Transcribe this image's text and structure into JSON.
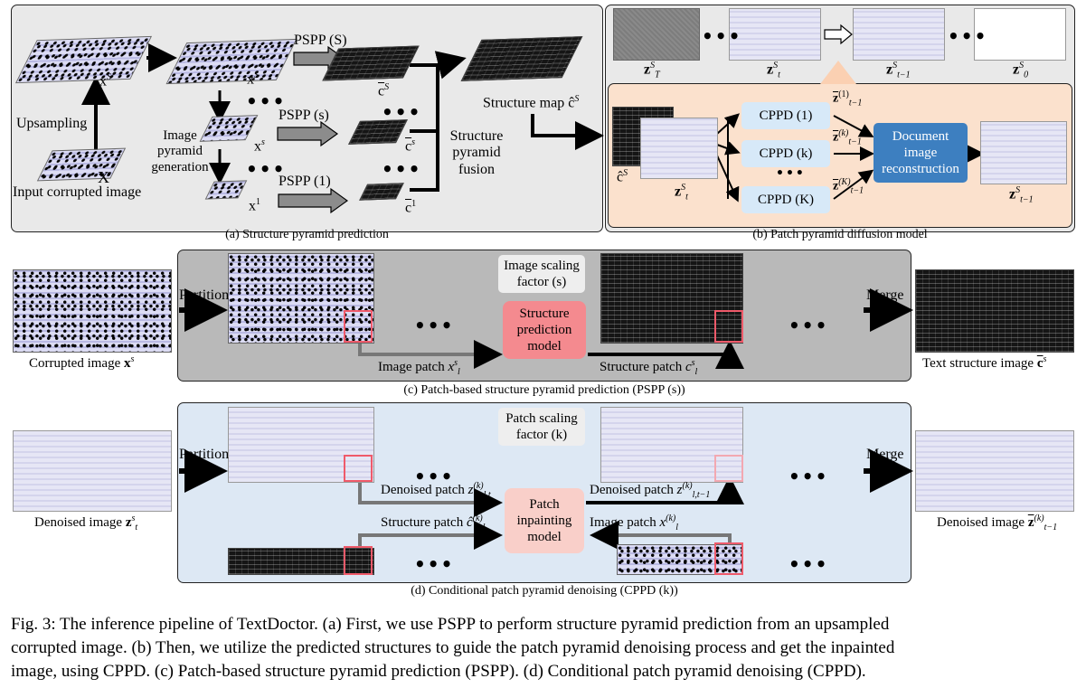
{
  "panel_a": {
    "caption": "(a) Structure pyramid prediction",
    "upsampling": "Upsampling",
    "input_label": "Input corrupted image",
    "X": "X",
    "xS": "x",
    "xS_sup": "S",
    "xs": "x",
    "xs_sup": "s",
    "x1": "x",
    "x1_sup": "1",
    "image_pyramid_generation": [
      "Image",
      "pyramid",
      "generation"
    ],
    "pspp_S": "PSPP (S)",
    "pspp_s": "PSPP (s)",
    "pspp_1": "PSPP (1)",
    "cS": "c",
    "cS_sup": "S",
    "cs": "c",
    "cs_sup": "s",
    "c1": "c",
    "c1_sup": "1",
    "structure_pyramid_fusion": [
      "Structure",
      "pyramid",
      "fusion"
    ],
    "structure_map": "Structure map",
    "structure_map_sym": "ĉ",
    "structure_map_sup": "S",
    "dots": "•••"
  },
  "panel_b": {
    "caption": "(b) Patch pyramid diffusion model",
    "top_labels": [
      "z",
      "z",
      "z",
      "z"
    ],
    "top_subs": [
      "T",
      "t",
      "t−1",
      "0"
    ],
    "top_sups": [
      "S",
      "S",
      "S",
      "S"
    ],
    "cppd_boxes": [
      "CPPD (1)",
      "CPPD (k)",
      "CPPD (K)"
    ],
    "z_bar": "z",
    "z_bar_subs": [
      "t−1",
      "t−1",
      "t−1"
    ],
    "z_bar_sups": [
      "(1)",
      "(k)",
      "(K)"
    ],
    "doc_recon": [
      "Document",
      "image",
      "reconstruction"
    ],
    "c_hat": "ĉ",
    "c_hat_sup": "S",
    "z_t": "z",
    "z_t_sub": "t",
    "z_t_sup": "S",
    "z_out": "z",
    "z_out_sub": "t−1",
    "z_out_sup": "S",
    "dots": "•••"
  },
  "panel_c": {
    "caption": "(c) Patch-based structure pyramid prediction (PSPP (s))",
    "partition": "Partition",
    "merge": "Merge",
    "scaling_factor": [
      "Image scaling",
      "factor (s)"
    ],
    "model": [
      "Structure",
      "prediction",
      "model"
    ],
    "image_patch": "Image patch",
    "image_patch_sym": "x",
    "image_patch_sub": "l",
    "image_patch_sup": "s",
    "structure_patch": "Structure patch",
    "structure_patch_sym": "c",
    "structure_patch_sub": "l",
    "structure_patch_sup": "s",
    "corrupted_label": "Corrupted image",
    "corrupted_sym": "x",
    "corrupted_sup": "s",
    "text_structure_label": "Text structure image",
    "text_structure_sym": "c",
    "text_structure_sup": "s",
    "dots": "•••"
  },
  "panel_d": {
    "caption": "(d) Conditional patch pyramid denoising (CPPD (k))",
    "partition": "Partition",
    "merge": "Merge",
    "scaling_factor": [
      "Patch scaling",
      "factor (k)"
    ],
    "model": [
      "Patch",
      "inpainting",
      "model"
    ],
    "denoised_patch_in": "Denoised patch",
    "denoised_patch_in_sym": "z",
    "denoised_patch_in_sub": "l,t",
    "denoised_patch_in_sup": "(k)",
    "denoised_patch_out": "Denoised patch",
    "denoised_patch_out_sym": "z",
    "denoised_patch_out_sub": "l,t−1",
    "denoised_patch_out_sup": "(k)",
    "structure_patch": "Structure patch",
    "structure_patch_sym": "ĉ",
    "structure_patch_sub": "l",
    "structure_patch_sup": "(k)",
    "image_patch": "Image patch",
    "image_patch_sym": "x",
    "image_patch_sub": "l",
    "image_patch_sup": "(k)",
    "denoised_left_label": "Denoised image",
    "denoised_left_sym": "z",
    "denoised_left_sub": "t",
    "denoised_left_sup": "s",
    "denoised_right_label": "Denoised image",
    "denoised_right_sym": "z",
    "denoised_right_sub": "t−1",
    "denoised_right_sup": "(k)",
    "dots": "•••"
  },
  "figure_caption": [
    "Fig. 3: The inference pipeline of TextDoctor. (a) First, we use PSPP to perform structure pyramid prediction from an upsampled",
    "corrupted image. (b) Then, we utilize the predicted structures to guide the patch pyramid denoising process and get the inpainted",
    "image, using CPPD. (c) Patch-based structure pyramid prediction (PSPP). (d) Conditional patch pyramid denoising (CPPD)."
  ],
  "colors": {
    "panel_gray": "#e9e9e9",
    "panel_c_gray": "#b9b9b9",
    "panel_d_blue": "#dde8f4",
    "panel_b_peach": "#fbe1cd",
    "cppd_box": "#d7e9f8",
    "recon_box": "#3d7fc0",
    "structure_model": "#f48a8f",
    "inpaint_model": "#f9cfc9",
    "patch_red": "#ef5a6a"
  }
}
